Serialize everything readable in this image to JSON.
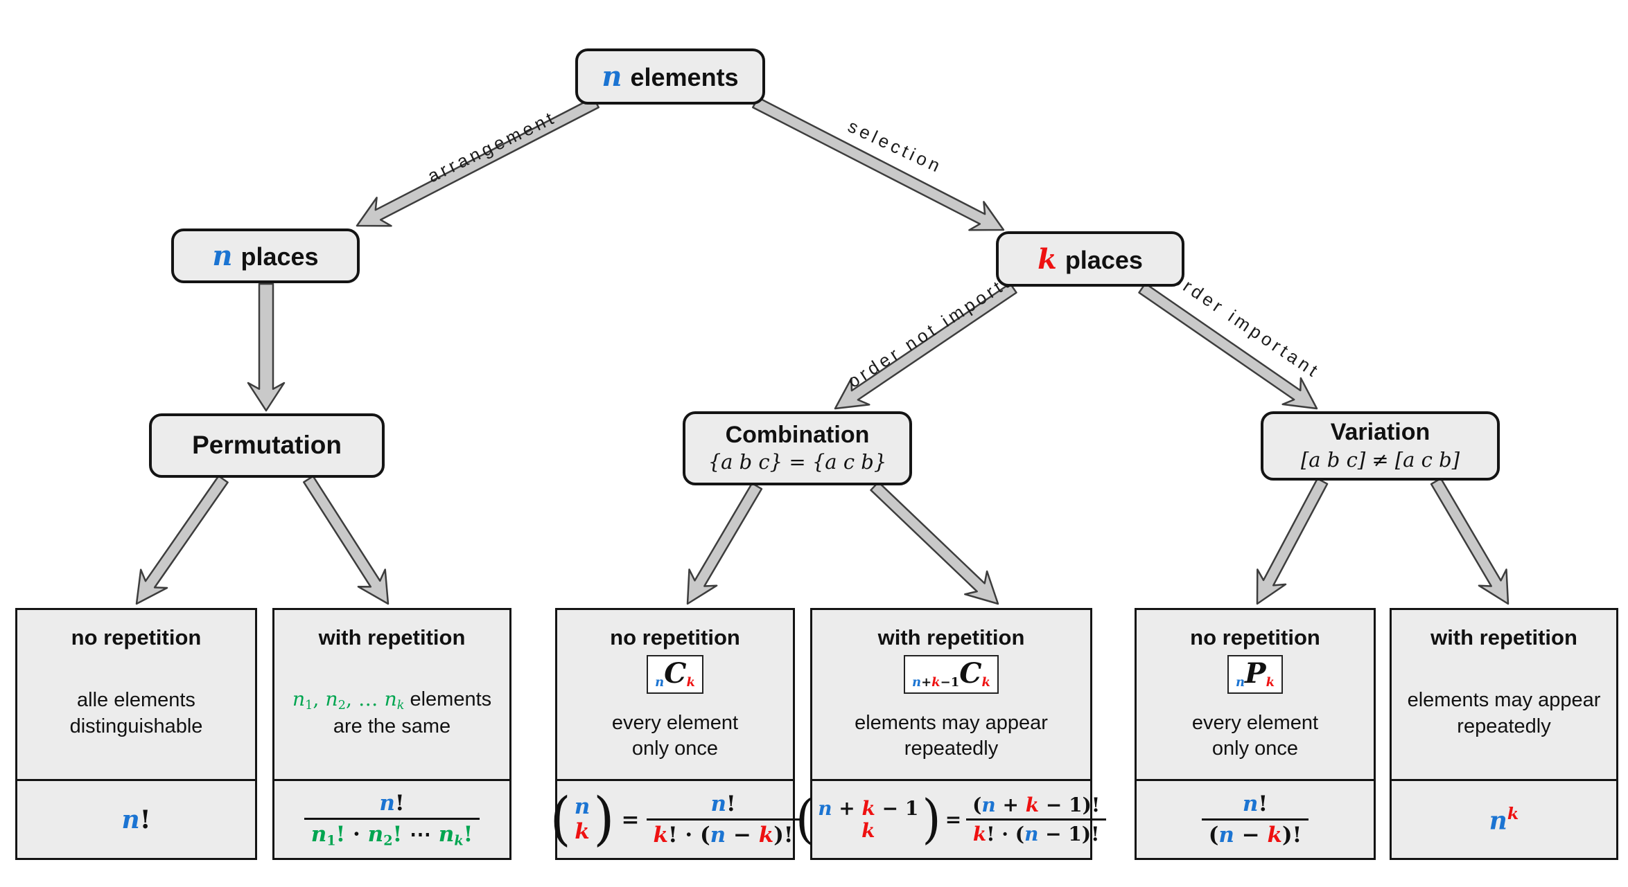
{
  "colors": {
    "blue": "#1b74d2",
    "red": "#ee1111",
    "green": "#00a550",
    "box_fill": "#ececec",
    "box_border": "#141414",
    "arrow_fill": "#c9c9c9",
    "arrow_stroke": "#3d3d3d"
  },
  "nodes": {
    "root": {
      "label": "elements"
    },
    "n_places": {
      "label": "places"
    },
    "k_places": {
      "label": "places"
    },
    "permutation": {
      "title": "Permutation"
    },
    "combination": {
      "title": "Combination",
      "subtitle": "{a b c} = {a c b}"
    },
    "variation": {
      "title": "Variation",
      "subtitle": "[a b c] ≠ [a c b]"
    }
  },
  "edges": {
    "arrangement": "arrangement",
    "selection": "selection",
    "order_not_important": "order not important",
    "order_important": "order important"
  },
  "leaves": {
    "perm_no": {
      "title": "no repetition",
      "desc1": "alle elements",
      "desc2": "distinguishable",
      "formula_text": "n!"
    },
    "perm_with": {
      "title": "with repetition",
      "desc1_math": "n₁, n₂, … nₖ",
      "desc1_rest": "elements",
      "desc2": "are the same",
      "formula_text": "n! / (n₁! · n₂! ⋯ nₖ!)"
    },
    "comb_no": {
      "title": "no repetition",
      "badge_text": "ₙCₖ",
      "desc1": "every element",
      "desc2": "only once",
      "formula_text": "(n k) = n! / (k! · (n − k)!)"
    },
    "comb_with": {
      "title": "with repetition",
      "badge_text": "ₙ₊ₖ₋₁Cₖ",
      "desc1": "elements may appear",
      "desc2": "repeatedly",
      "formula_text": "(n + k − 1  k) = (n + k − 1)! / (k! · (n − 1)!)"
    },
    "var_no": {
      "title": "no repetition",
      "badge_text": "ₙPₖ",
      "desc1": "every element",
      "desc2": "only once",
      "formula_text": "n! / (n − k)!"
    },
    "var_with": {
      "title": "with repetition",
      "desc1": "elements may appear",
      "desc2": "repeatedly",
      "formula_text": "nᵏ"
    }
  },
  "math": {
    "eq": "=",
    "lp": "(",
    "rp": ")",
    "var_n": [
      {
        "t": "n",
        "c": "blue",
        "it": true
      }
    ],
    "var_k": [
      {
        "t": "k",
        "c": "red",
        "it": true
      }
    ],
    "perm_no_formula": [
      {
        "t": "n",
        "c": "blue",
        "it": true
      },
      {
        "t": "!"
      }
    ],
    "perm_with_desc": [
      {
        "t": "n",
        "c": "green",
        "it": true
      },
      {
        "t": "1",
        "c": "green",
        "sub": true
      },
      {
        "t": ", ",
        "c": "green"
      },
      {
        "t": "n",
        "c": "green",
        "it": true
      },
      {
        "t": "2",
        "c": "green",
        "sub": true
      },
      {
        "t": ", ",
        "c": "green"
      },
      {
        "t": "… ",
        "c": "green"
      },
      {
        "t": "n",
        "c": "green",
        "it": true
      },
      {
        "t": "k",
        "c": "green",
        "sub": true,
        "it": true
      }
    ],
    "perm_with_num": [
      {
        "t": "n",
        "c": "blue",
        "it": true
      },
      {
        "t": "!"
      }
    ],
    "perm_with_den": [
      {
        "t": "n",
        "c": "green",
        "it": true
      },
      {
        "t": "1",
        "c": "green",
        "sub": true
      },
      {
        "t": "!",
        "c": "green"
      },
      {
        "t": " · "
      },
      {
        "t": "n",
        "c": "green",
        "it": true
      },
      {
        "t": "2",
        "c": "green",
        "sub": true
      },
      {
        "t": "!",
        "c": "green"
      },
      {
        "t": " ⋯ "
      },
      {
        "t": "n",
        "c": "green",
        "it": true
      },
      {
        "t": "k",
        "c": "green",
        "sub": true,
        "it": true
      },
      {
        "t": "!",
        "c": "green"
      }
    ],
    "badge_comb_no": [
      {
        "t": "n",
        "c": "blue",
        "sub": true,
        "it": true
      },
      {
        "t": "C",
        "it": true,
        "big": true
      },
      {
        "t": "k",
        "c": "red",
        "sub": true,
        "it": true
      }
    ],
    "badge_comb_with": [
      {
        "t": "n",
        "c": "blue",
        "sub": true,
        "it": true
      },
      {
        "t": "+",
        "sub": true
      },
      {
        "t": "k",
        "c": "red",
        "sub": true,
        "it": true
      },
      {
        "t": "−",
        "sub": true
      },
      {
        "t": "1",
        "sub": true
      },
      {
        "t": "C",
        "it": true,
        "big": true
      },
      {
        "t": "k",
        "c": "red",
        "sub": true,
        "it": true
      }
    ],
    "badge_var_no": [
      {
        "t": "n",
        "c": "blue",
        "sub": true,
        "it": true
      },
      {
        "t": "P",
        "it": true,
        "big": true
      },
      {
        "t": "k",
        "c": "red",
        "sub": true,
        "it": true
      }
    ],
    "comb_no_top": [
      {
        "t": "n",
        "c": "blue",
        "it": true
      }
    ],
    "comb_no_bot": [
      {
        "t": "k",
        "c": "red",
        "it": true
      }
    ],
    "comb_no_num": [
      {
        "t": "n",
        "c": "blue",
        "it": true
      },
      {
        "t": "!"
      }
    ],
    "comb_no_den": [
      {
        "t": "k",
        "c": "red",
        "it": true
      },
      {
        "t": "!"
      },
      {
        "t": " · ("
      },
      {
        "t": "n",
        "c": "blue",
        "it": true
      },
      {
        "t": " − "
      },
      {
        "t": "k",
        "c": "red",
        "it": true
      },
      {
        "t": ")!"
      }
    ],
    "comb_with_top": [
      {
        "t": "n",
        "c": "blue",
        "it": true
      },
      {
        "t": " + "
      },
      {
        "t": "k",
        "c": "red",
        "it": true
      },
      {
        "t": " − "
      },
      {
        "t": "1"
      }
    ],
    "comb_with_bot": [
      {
        "t": "k",
        "c": "red",
        "it": true
      }
    ],
    "comb_with_num": [
      {
        "t": "("
      },
      {
        "t": "n",
        "c": "blue",
        "it": true
      },
      {
        "t": " + "
      },
      {
        "t": "k",
        "c": "red",
        "it": true
      },
      {
        "t": " − "
      },
      {
        "t": "1"
      },
      {
        "t": ")!"
      }
    ],
    "comb_with_den": [
      {
        "t": "k",
        "c": "red",
        "it": true
      },
      {
        "t": "!"
      },
      {
        "t": " · ("
      },
      {
        "t": "n",
        "c": "blue",
        "it": true
      },
      {
        "t": " − "
      },
      {
        "t": "1"
      },
      {
        "t": ")!"
      }
    ],
    "var_no_num": [
      {
        "t": "n",
        "c": "blue",
        "it": true
      },
      {
        "t": "!"
      }
    ],
    "var_no_den": [
      {
        "t": "("
      },
      {
        "t": "n",
        "c": "blue",
        "it": true
      },
      {
        "t": " − "
      },
      {
        "t": "k",
        "c": "red",
        "it": true
      },
      {
        "t": ")!"
      }
    ],
    "var_with_formula": [
      {
        "t": "n",
        "c": "blue",
        "it": true
      },
      {
        "t": "k",
        "c": "red",
        "sup": true,
        "it": true
      }
    ]
  }
}
